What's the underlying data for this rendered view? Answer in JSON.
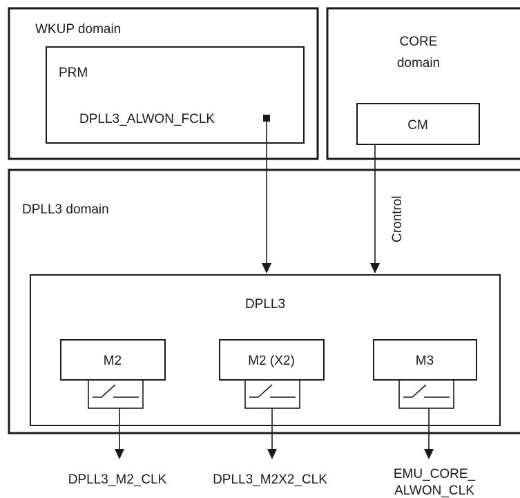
{
  "domains": {
    "wkup": {
      "label": "WKUP domain"
    },
    "core": {
      "label_line1": "CORE",
      "label_line2": "domain"
    },
    "dpll3": {
      "label": "DPLL3 domain"
    }
  },
  "blocks": {
    "prm": {
      "label": "PRM",
      "signal": "DPLL3_ALWON_FCLK"
    },
    "cm": {
      "label": "CM",
      "control": "Crontrol"
    },
    "dpll3": {
      "label": "DPLL3"
    }
  },
  "dividers": [
    {
      "label": "M2",
      "output": [
        "DPLL3_M2_CLK"
      ]
    },
    {
      "label": "M2 (X2)",
      "output": [
        "DPLL3_M2X2_CLK"
      ]
    },
    {
      "label": "M3",
      "output": [
        "EMU_CORE_",
        "ALWON_CLK"
      ]
    }
  ]
}
